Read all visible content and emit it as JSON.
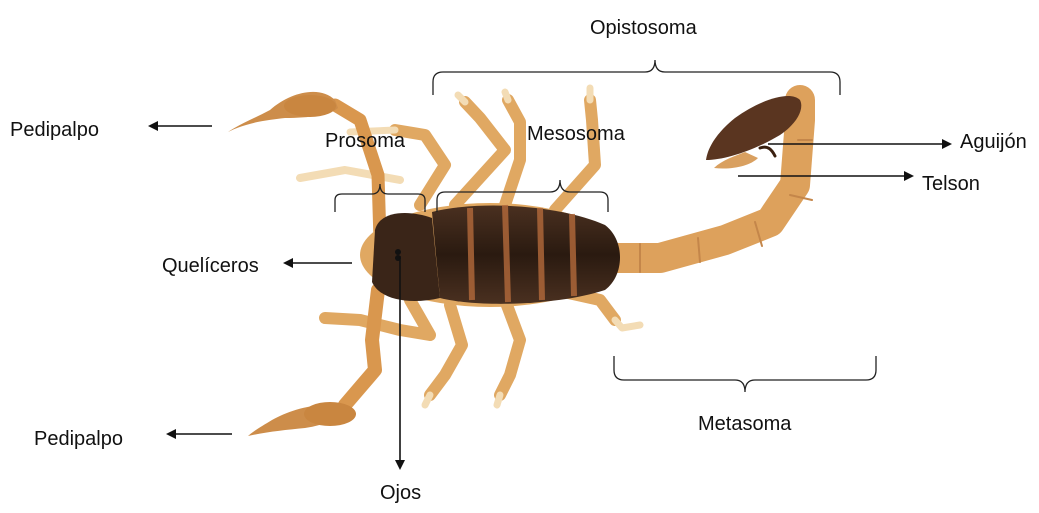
{
  "labels": {
    "opistosoma": "Opistosoma",
    "prosoma": "Prosoma",
    "mesosoma": "Mesosoma",
    "pedipalpo_top": "Pedipalpo",
    "queliceros": "Quelíceros",
    "pedipalpo_bottom": "Pedipalpo",
    "ojos": "Ojos",
    "aguijon": "Aguijón",
    "telson": "Telson",
    "metasoma": "Metasoma"
  },
  "colors": {
    "leg": "#e0a862",
    "leg_dark": "#c98a45",
    "leg_light": "#f3dcb5",
    "body_dark": "#2f1f14",
    "body_band": "#b46a3b",
    "tail": "#dda15c",
    "sting": "#5a3520",
    "annotation": "#111111"
  }
}
